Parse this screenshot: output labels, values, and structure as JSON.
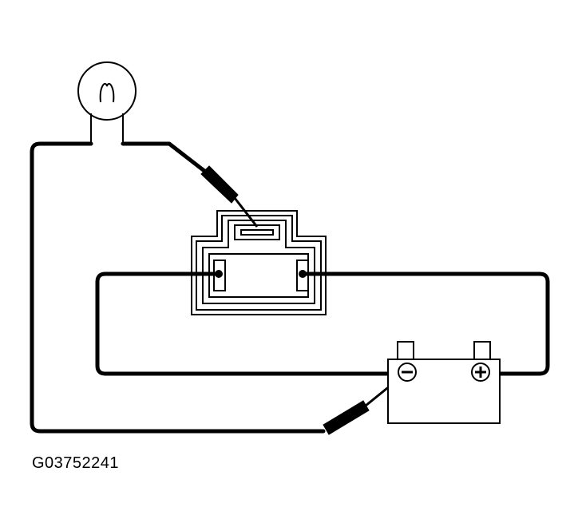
{
  "figure": {
    "code": "G03752241"
  },
  "components": {
    "bulb": {
      "icon": "test-lamp-bulb"
    },
    "connector": {
      "icon": "two-pin-connector"
    },
    "battery": {
      "icon": "battery",
      "negative_symbol": "−",
      "positive_symbol": "+"
    },
    "probe_connector": {
      "icon": "test-probe"
    },
    "probe_battery": {
      "icon": "test-probe"
    }
  }
}
